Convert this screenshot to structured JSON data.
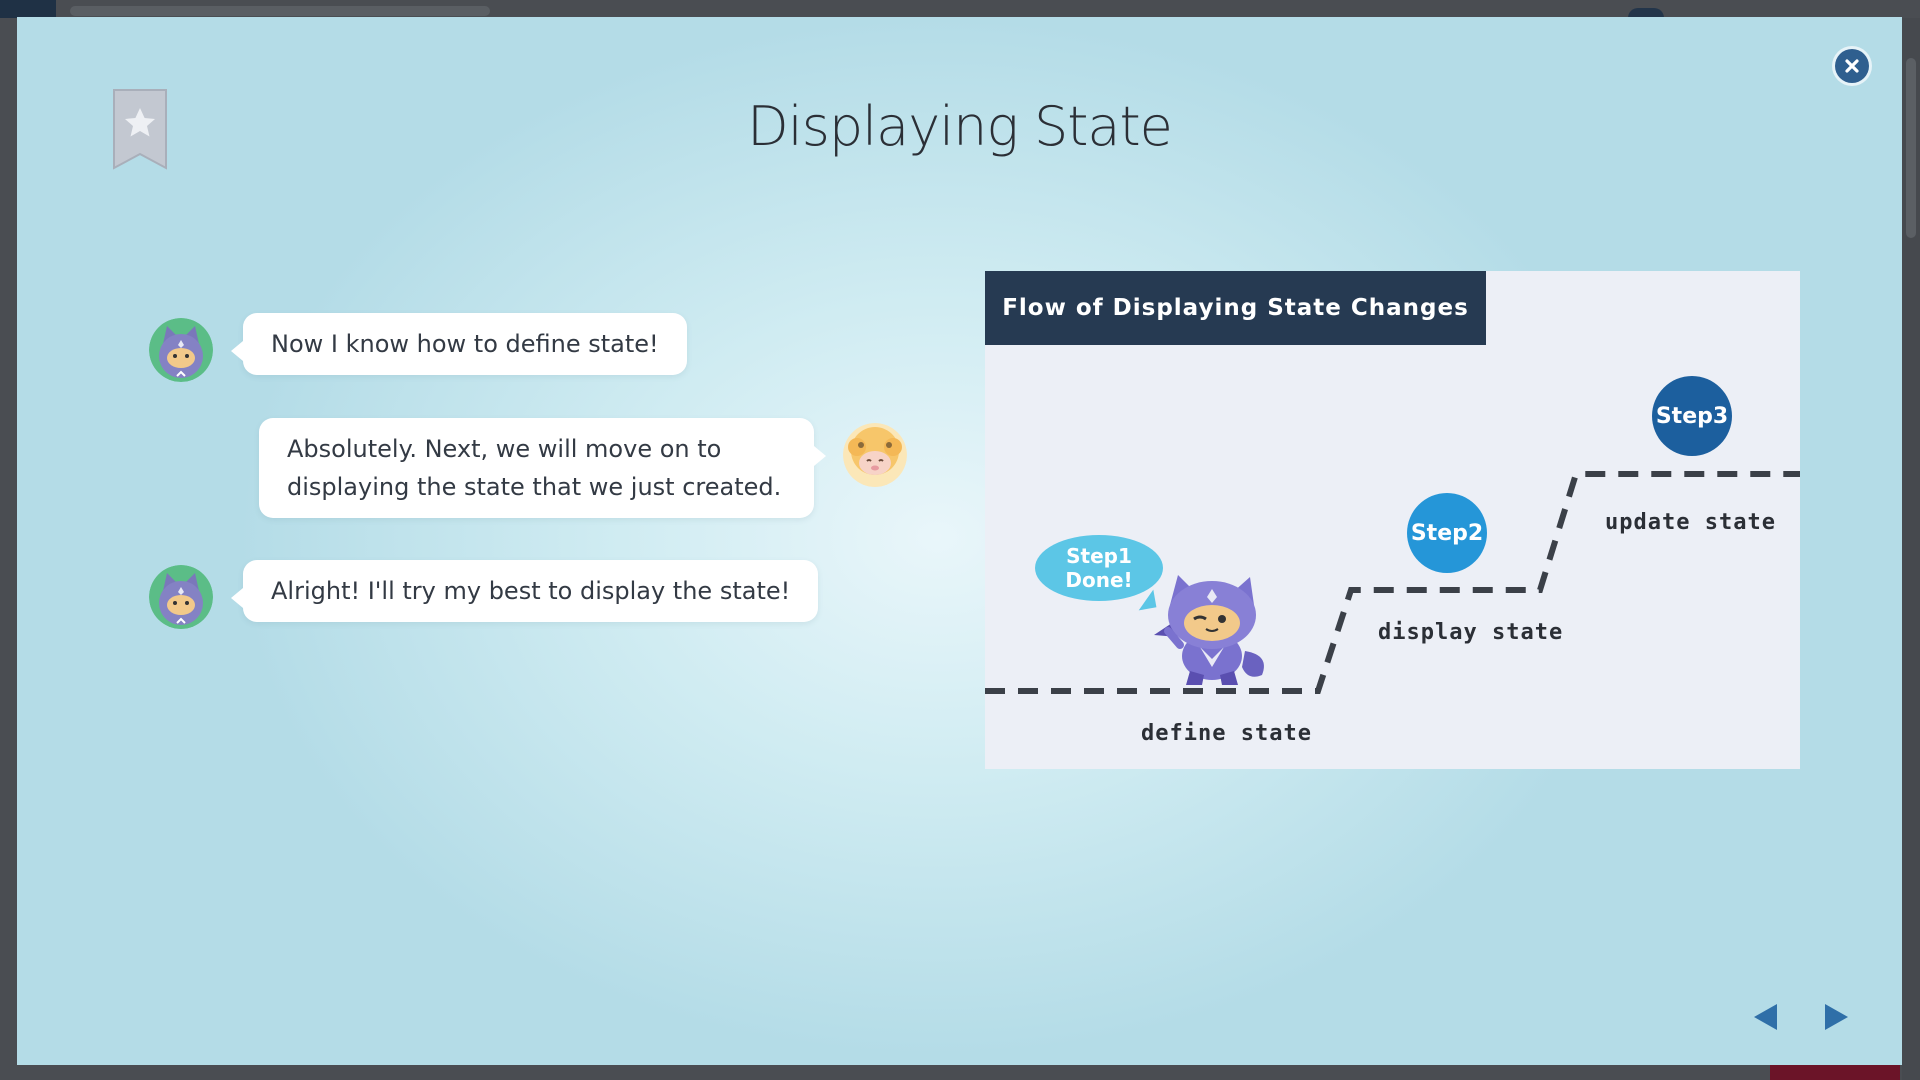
{
  "slide": {
    "title": "Displaying State"
  },
  "chat": [
    {
      "speaker": "ninja-cat",
      "side": "left",
      "text": "Now I know how to define state!"
    },
    {
      "speaker": "sheep",
      "side": "right",
      "line1": "Absolutely. Next, we will move on to",
      "line2": "displaying the state that we just created."
    },
    {
      "speaker": "ninja-cat",
      "side": "left",
      "text": "Alright! I'll try my best to display the state!"
    }
  ],
  "diagram": {
    "title": "Flow of Displaying State Changes",
    "speech_line1": "Step1",
    "speech_line2": "Done!",
    "steps": [
      {
        "badge": "Step2",
        "label": "display state",
        "color": "#2596d8"
      },
      {
        "badge": "Step3",
        "label": "update state",
        "color": "#1c5f9e"
      }
    ],
    "step1_label": "define state"
  },
  "colors": {
    "header": "#263a52",
    "step1_bubble": "#5cc6e6",
    "step2": "#2596d8",
    "step3": "#1c5f9e",
    "close": "#2f5f8f",
    "nav": "#2f6fa8"
  },
  "icons": {
    "bookmark": "bookmark-star-icon",
    "close": "close-icon",
    "prev": "triangle-left-icon",
    "next": "triangle-right-icon"
  }
}
